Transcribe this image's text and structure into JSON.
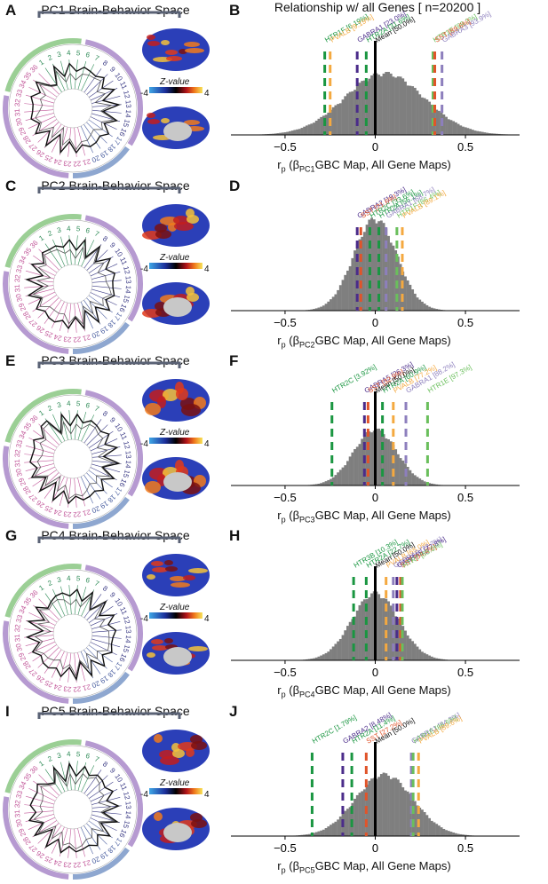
{
  "figure": {
    "top_title": "Relationship w/ all Genes [ n=20200 ]",
    "rows": [
      {
        "left_letter": "A",
        "right_letter": "B",
        "title": "PC1 Brain-Behavior Space",
        "xlabel_pre": "r",
        "xlabel_sub1": "p",
        "xlabel_mid": " (β",
        "xlabel_sub2": "PC1",
        "xlabel_post": "GBC Map, All Gene Maps)",
        "z_label": "Z-value",
        "z_min": "-4",
        "z_max": "4",
        "hist_mean": 0.05,
        "hist_sd": 0.22,
        "hist_height": 0.55,
        "markers": [
          {
            "label": "HTR1F [6.19%]",
            "x": -0.28,
            "color": "#1a9641"
          },
          {
            "label": "PVALB [9.19%]",
            "x": -0.25,
            "color": "#f4a940"
          },
          {
            "label": "GABRA1 [23.0%]",
            "x": -0.1,
            "color": "#4b2c8a"
          },
          {
            "label": "HTR2A [31.6%]",
            "x": -0.05,
            "color": "#1a9641"
          },
          {
            "label": "Mean [50.0%]",
            "x": 0.0,
            "color": "#000000"
          },
          {
            "label": "HTR1E [89.3%]",
            "x": 0.32,
            "color": "#6abf5c"
          },
          {
            "label": "SST [89.6%]",
            "x": 0.33,
            "color": "#e0542a"
          },
          {
            "label": "GABRA3 [93.9%]",
            "x": 0.37,
            "color": "#8d7fbd"
          }
        ]
      },
      {
        "left_letter": "C",
        "right_letter": "D",
        "title": "PC2 Brain-Behavior Space",
        "xlabel_pre": "r",
        "xlabel_sub1": "p",
        "xlabel_mid": " (β",
        "xlabel_sub2": "PC2",
        "xlabel_post": "GBC Map, All Gene Maps)",
        "z_label": "Z-value",
        "z_min": "-4",
        "z_max": "4",
        "hist_mean": 0.0,
        "hist_sd": 0.12,
        "hist_height": 0.82,
        "markers": [
          {
            "label": "GABRA2 [19.3%]",
            "x": -0.1,
            "color": "#4b2c8a"
          },
          {
            "label": "SST [21.6%]",
            "x": -0.08,
            "color": "#e0542a"
          },
          {
            "label": "HTR2C [33.6%]",
            "x": -0.03,
            "color": "#1a9641"
          },
          {
            "label": "HTR2A [56.1%]",
            "x": 0.02,
            "color": "#1a9641"
          },
          {
            "label": "GABRA1 [68.7%]",
            "x": 0.06,
            "color": "#8d7fbd"
          },
          {
            "label": "HTR1F [86.4%]",
            "x": 0.12,
            "color": "#6abf5c"
          },
          {
            "label": "PVALB [89.1%]",
            "x": 0.15,
            "color": "#f4a940"
          }
        ]
      },
      {
        "left_letter": "E",
        "right_letter": "F",
        "title": "PC3 Brain-Behavior Space",
        "xlabel_pre": "r",
        "xlabel_sub1": "p",
        "xlabel_mid": " (β",
        "xlabel_sub2": "PC3",
        "xlabel_post": "GBC Map, All Gene Maps)",
        "z_label": "Z-value",
        "z_min": "-4",
        "z_max": "4",
        "hist_mean": 0.0,
        "hist_sd": 0.12,
        "hist_height": 0.5,
        "markers": [
          {
            "label": "HTR2C [3.92%]",
            "x": -0.24,
            "color": "#1a9641"
          },
          {
            "label": "GABRA5 [26.3%]",
            "x": -0.06,
            "color": "#4b2c8a"
          },
          {
            "label": "SST [32.9%]",
            "x": -0.04,
            "color": "#e0542a"
          },
          {
            "label": "Mean [50.0%]",
            "x": 0.0,
            "color": "#000000"
          },
          {
            "label": "HTR2A [60.9%]",
            "x": 0.04,
            "color": "#1a9641"
          },
          {
            "label": "PVALB [77.2%]",
            "x": 0.1,
            "color": "#f4a940"
          },
          {
            "label": "GABRA1 [88.2%]",
            "x": 0.17,
            "color": "#8d7fbd"
          },
          {
            "label": "HTR1E [97.3%]",
            "x": 0.29,
            "color": "#6abf5c"
          }
        ]
      },
      {
        "left_letter": "G",
        "right_letter": "H",
        "title": "PC4 Brain-Behavior Space",
        "xlabel_pre": "r",
        "xlabel_sub1": "p",
        "xlabel_mid": " (β",
        "xlabel_sub2": "PC4",
        "xlabel_post": "GBC Map, All Gene Maps)",
        "z_label": "Z-value",
        "z_min": "-4",
        "z_max": "4",
        "hist_mean": 0.0,
        "hist_sd": 0.13,
        "hist_height": 0.6,
        "markers": [
          {
            "label": "HTR3B [10.3%]",
            "x": -0.12,
            "color": "#1a9641"
          },
          {
            "label": "HTR2A [22.7%]",
            "x": -0.05,
            "color": "#1a9641"
          },
          {
            "label": "Mean [50.0%]",
            "x": 0.0,
            "color": "#000000"
          },
          {
            "label": "PVALB [65.0%]",
            "x": 0.06,
            "color": "#f4a940"
          },
          {
            "label": "GABRA3 [72.7%]",
            "x": 0.1,
            "color": "#8d7fbd"
          },
          {
            "label": "GABRA5 [77.8%]",
            "x": 0.12,
            "color": "#4b2c8a"
          },
          {
            "label": "SST [84.4%]",
            "x": 0.14,
            "color": "#e0542a"
          },
          {
            "label": "HTR7 [85.0%]",
            "x": 0.15,
            "color": "#6abf5c"
          }
        ]
      },
      {
        "left_letter": "I",
        "right_letter": "J",
        "title": "PC5 Brain-Behavior Space",
        "xlabel_pre": "r",
        "xlabel_sub1": "p",
        "xlabel_mid": " (β",
        "xlabel_sub2": "PC5",
        "xlabel_post": "GBC Map, All Gene Maps)",
        "z_label": "Z-value",
        "z_min": "-4",
        "z_max": "4",
        "hist_mean": 0.05,
        "hist_sd": 0.16,
        "hist_height": 0.55,
        "markers": [
          {
            "label": "HTR2C [1.79%]",
            "x": -0.35,
            "color": "#1a9641"
          },
          {
            "label": "GABRA2 [8.48%]",
            "x": -0.18,
            "color": "#4b2c8a"
          },
          {
            "label": "HTR2A [11.4%]",
            "x": -0.13,
            "color": "#1a9641"
          },
          {
            "label": "SST [27.2%]",
            "x": -0.05,
            "color": "#e0542a"
          },
          {
            "label": "Mean [50.0%]",
            "x": 0.0,
            "color": "#000000"
          },
          {
            "label": "GABRA1 [84.3%]",
            "x": 0.2,
            "color": "#8d7fbd"
          },
          {
            "label": "HTR1E [86.6%]",
            "x": 0.21,
            "color": "#6abf5c"
          },
          {
            "label": "PVALB [89.6%]",
            "x": 0.24,
            "color": "#f4a940"
          }
        ]
      }
    ],
    "x_ticks": [
      "−0.5",
      "0",
      "0.5"
    ],
    "x_tick_values": [
      -0.5,
      0,
      0.5
    ],
    "x_range": [
      -0.8,
      0.8
    ],
    "circle_numbers": [
      "1",
      "2",
      "3",
      "4",
      "5",
      "6",
      "7",
      "8",
      "9",
      "10",
      "11",
      "12",
      "13",
      "14",
      "15",
      "16",
      "17",
      "18",
      "19",
      "20",
      "21",
      "22",
      "23",
      "24",
      "25",
      "26",
      "27",
      "28",
      "29",
      "30",
      "31",
      "32",
      "33",
      "34",
      "35",
      "36"
    ],
    "colors": {
      "hist_fill": "#7f7f7f",
      "green_arc": "#9bcf95",
      "purple_arc": "#b69ad1",
      "blue_arc": "#8ea7d0",
      "pink_text": "#c2589a",
      "blue_text": "#3c3c86",
      "green_text": "#2e8b57"
    }
  }
}
